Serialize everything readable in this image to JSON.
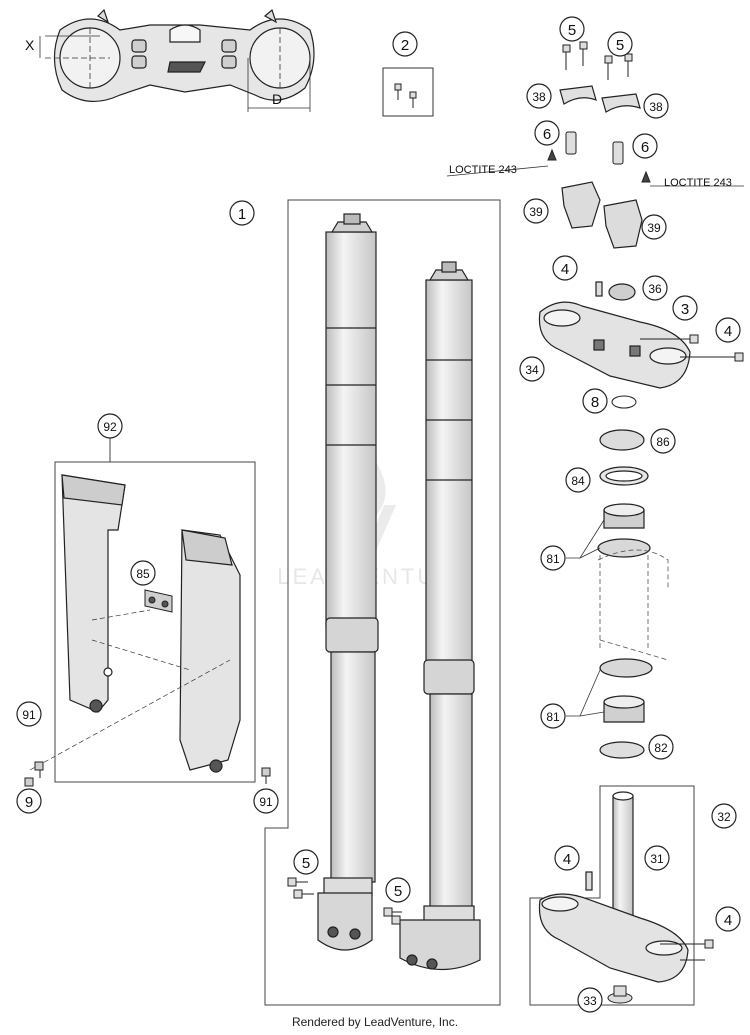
{
  "callouts": {
    "c1": "1",
    "c2": "2",
    "c3": "3",
    "c4a": "4",
    "c4b": "4",
    "c4c": "4",
    "c4d": "4",
    "c5a": "5",
    "c5b": "5",
    "c5c": "5",
    "c5d": "5",
    "c6a": "6",
    "c6b": "6",
    "c8": "8",
    "c9": "9",
    "c31": "31",
    "c32": "32",
    "c33": "33",
    "c34": "34",
    "c36": "36",
    "c38a": "38",
    "c38b": "38",
    "c39a": "39",
    "c39b": "39",
    "c81a": "81",
    "c81b": "81",
    "c82": "82",
    "c84": "84",
    "c85": "85",
    "c86": "86",
    "c91a": "91",
    "c91b": "91",
    "c92": "92"
  },
  "labels": {
    "loctite_left": "LOCTITE 243",
    "loctite_right": "LOCTITE 243",
    "dim_x": "X",
    "dim_d": "D"
  },
  "watermark": "LEADVENTURE",
  "footer": "Rendered by LeadVenture, Inc.",
  "colors": {
    "part_fill": "#e6e6e6",
    "part_shade": "#cfcfcf",
    "outline": "#222222",
    "watermark": "#d8d8d8"
  }
}
